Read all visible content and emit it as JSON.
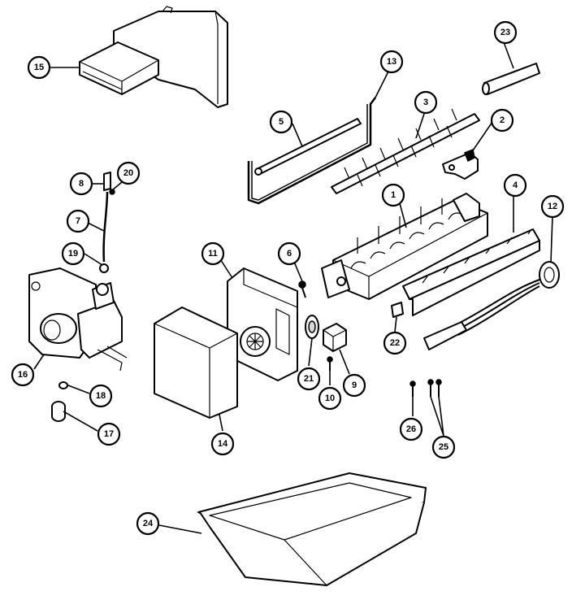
{
  "callouts": [
    {
      "id": "c1",
      "label": "1"
    },
    {
      "id": "c2",
      "label": "2"
    },
    {
      "id": "c3",
      "label": "3"
    },
    {
      "id": "c4",
      "label": "4"
    },
    {
      "id": "c5",
      "label": "5"
    },
    {
      "id": "c6",
      "label": "6"
    },
    {
      "id": "c7",
      "label": "7"
    },
    {
      "id": "c8",
      "label": "8"
    },
    {
      "id": "c9",
      "label": "9"
    },
    {
      "id": "c10",
      "label": "10"
    },
    {
      "id": "c11",
      "label": "11"
    },
    {
      "id": "c12",
      "label": "12"
    },
    {
      "id": "c13",
      "label": "13"
    },
    {
      "id": "c14",
      "label": "14"
    },
    {
      "id": "c15",
      "label": "15"
    },
    {
      "id": "c16",
      "label": "16"
    },
    {
      "id": "c17",
      "label": "17"
    },
    {
      "id": "c18",
      "label": "18"
    },
    {
      "id": "c19",
      "label": "19"
    },
    {
      "id": "c20",
      "label": "20"
    },
    {
      "id": "c21",
      "label": "21"
    },
    {
      "id": "c22",
      "label": "22"
    },
    {
      "id": "c23",
      "label": "23"
    },
    {
      "id": "c24",
      "label": "24"
    },
    {
      "id": "c25",
      "label": "25"
    },
    {
      "id": "c26",
      "label": "26"
    }
  ],
  "colors": {
    "line": "#000000",
    "background": "#ffffff",
    "shade": "#d8d8d8"
  }
}
